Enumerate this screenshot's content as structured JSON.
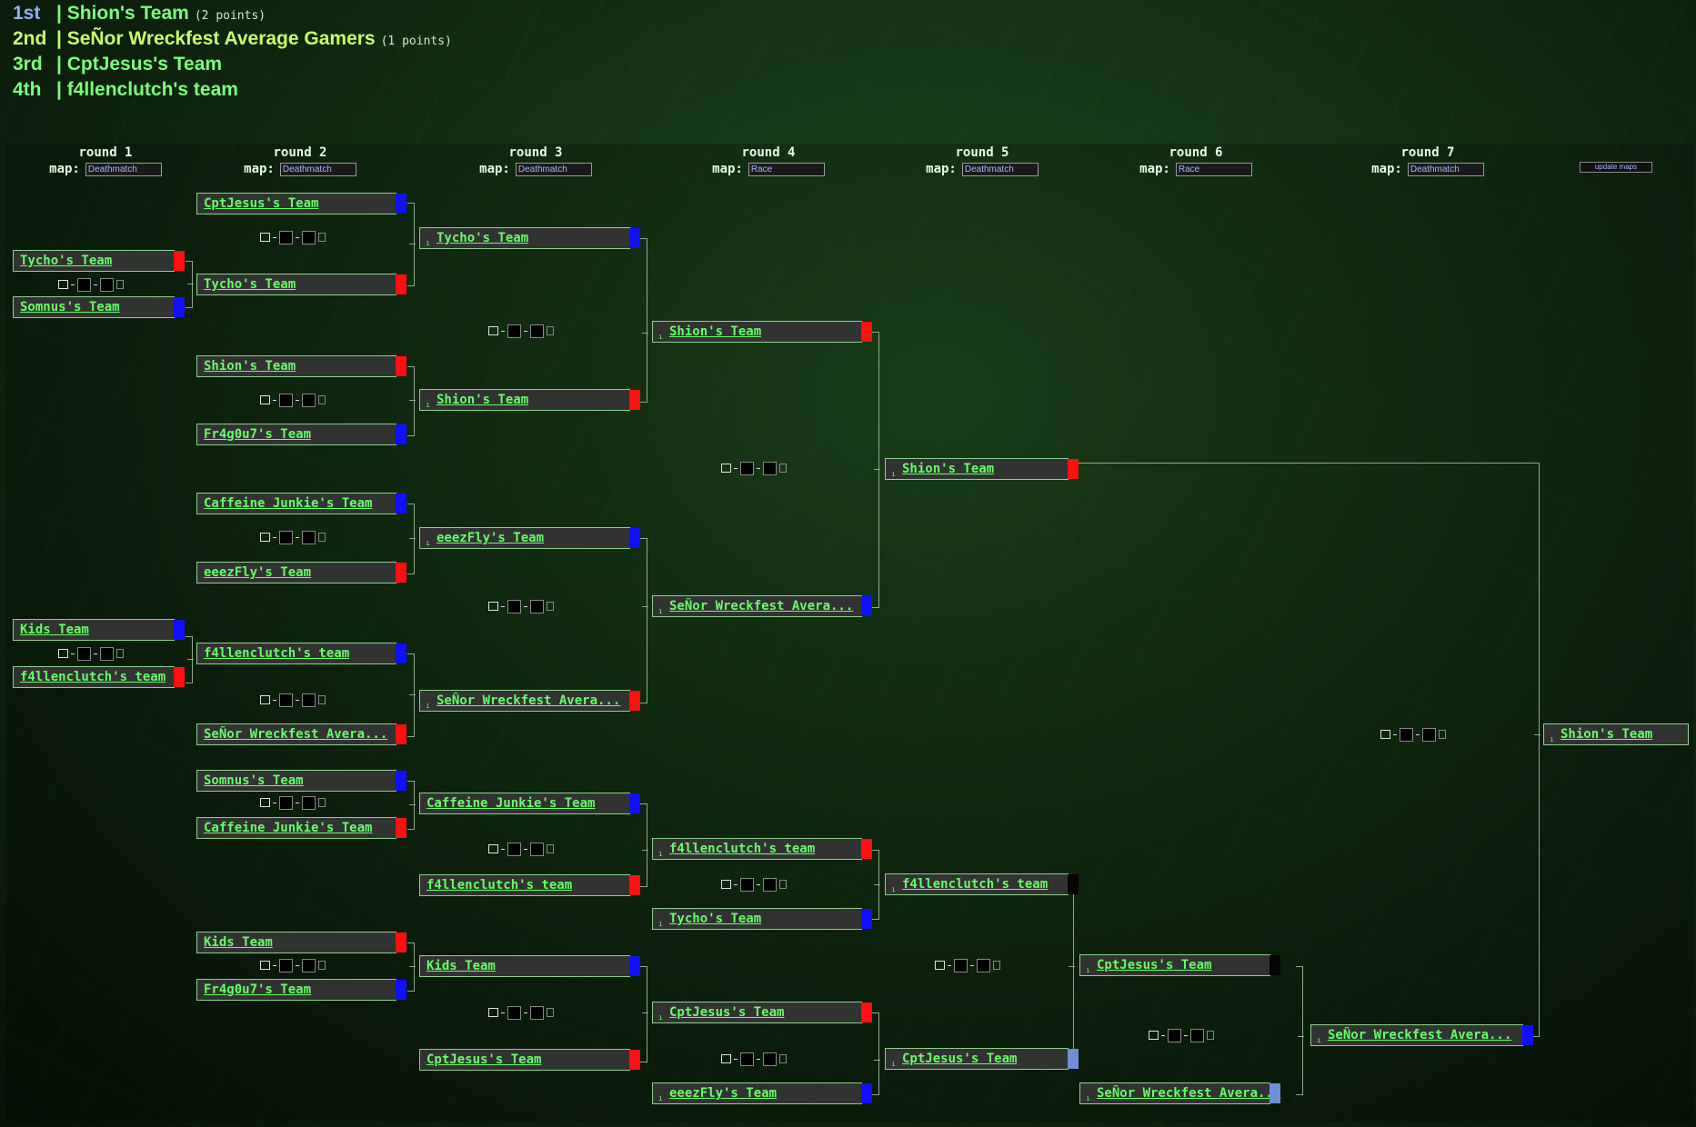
{
  "standings": [
    {
      "place": "1st",
      "name": "| Shion's Team",
      "points": "(2 points)"
    },
    {
      "place": "2nd",
      "name": "| SeÑor Wreckfest Average Gamers",
      "points": "(1 points)"
    },
    {
      "place": "3rd",
      "name": "| CptJesus's Team",
      "points": ""
    },
    {
      "place": "4th",
      "name": "| f4llenclutch's team",
      "points": ""
    }
  ],
  "map_label": "map:",
  "update_label": "update maps",
  "rounds": [
    {
      "label": "round 1",
      "map": "Deathmatch"
    },
    {
      "label": "round 2",
      "map": "Deathmatch"
    },
    {
      "label": "round 3",
      "map": "Deathmatch"
    },
    {
      "label": "round 4",
      "map": "Race"
    },
    {
      "label": "round 5",
      "map": "Deathmatch"
    },
    {
      "label": "round 6",
      "map": "Race"
    },
    {
      "label": "round 7",
      "map": "Deathmatch"
    }
  ],
  "teams": [
    {
      "name": "Tycho's Team",
      "color": "#ff1010"
    },
    {
      "name": "Somnus's Team",
      "color": "#1010ff"
    },
    {
      "name": "Kids Team",
      "color": "#1010ff"
    },
    {
      "name": "f4llenclutch's team",
      "color": "#ff1010"
    },
    {
      "name": "CptJesus's Team",
      "color": "#1010ff"
    },
    {
      "name": "Tycho's Team",
      "color": "#ff1010"
    },
    {
      "name": "Shion's Team",
      "color": "#ff1010"
    },
    {
      "name": "Fr4g0u7's Team",
      "color": "#1010ff"
    },
    {
      "name": "Caffeine Junkie's Team",
      "color": "#1010ff"
    },
    {
      "name": "eeezFly's Team",
      "color": "#ff1010"
    },
    {
      "name": "f4llenclutch's team",
      "color": "#1010ff"
    },
    {
      "name": "SeÑor Wreckfest Avera...",
      "color": "#ff1010"
    },
    {
      "name": "Somnus's Team",
      "color": "#1010ff"
    },
    {
      "name": "Caffeine Junkie's Team",
      "color": "#ff1010"
    },
    {
      "name": "Kids Team",
      "color": "#ff1010"
    },
    {
      "name": "Fr4g0u7's Team",
      "color": "#1010ff"
    },
    {
      "name": "Tycho's Team",
      "color": "#1010ff"
    },
    {
      "name": "Shion's Team",
      "color": "#ff1010"
    },
    {
      "name": "eeezFly's Team",
      "color": "#1010ff"
    },
    {
      "name": "SeÑor Wreckfest Avera...",
      "color": "#ff1010"
    },
    {
      "name": "Caffeine Junkie's Team",
      "color": "#1010ff"
    },
    {
      "name": "f4llenclutch's team",
      "color": "#ff1010"
    },
    {
      "name": "Kids Team",
      "color": "#1010ff"
    },
    {
      "name": "CptJesus's Team",
      "color": "#ff1010"
    },
    {
      "name": "Shion's Team",
      "color": "#ff1010"
    },
    {
      "name": "SeÑor Wreckfest Avera...",
      "color": "#1010ff"
    },
    {
      "name": "f4llenclutch's team",
      "color": "#ff1010"
    },
    {
      "name": "Tycho's Team",
      "color": "#1010ff"
    },
    {
      "name": "CptJesus's Team",
      "color": "#ff1010"
    },
    {
      "name": "eeezFly's Team",
      "color": "#1010ff"
    },
    {
      "name": "Shion's Team",
      "color": "#ff1010"
    },
    {
      "name": "f4llenclutch's team",
      "color": "#050505"
    },
    {
      "name": "CptJesus's Team",
      "color": "#6f8ed6"
    },
    {
      "name": "CptJesus's Team",
      "color": "#050505"
    },
    {
      "name": "SeÑor Wreckfest Avera...",
      "color": "#6f8ed6"
    },
    {
      "name": "SeÑor Wreckfest Avera...",
      "color": "#1010ff"
    },
    {
      "name": "Shion's Team",
      "color": ""
    }
  ]
}
